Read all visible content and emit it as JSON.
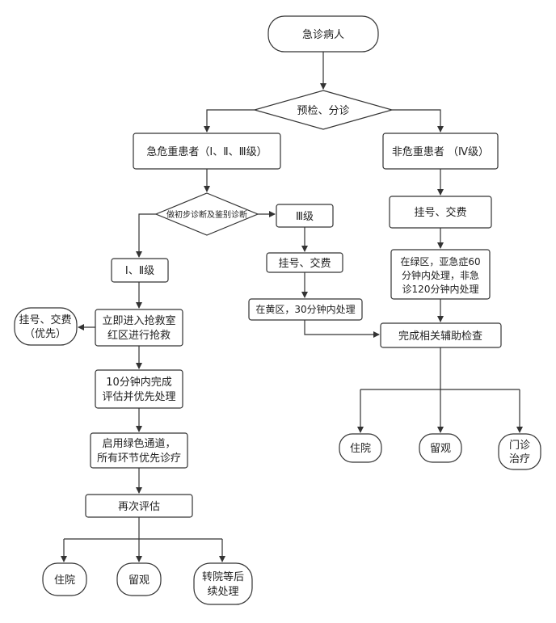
{
  "nodes": {
    "start": "急诊病人",
    "triage": "预检、分诊",
    "critical": "急危重患者（Ⅰ、Ⅱ、Ⅲ级）",
    "noncritical": "非危重患者 （Ⅳ级）",
    "diagnose": "做初步诊断及鉴别诊断",
    "level3": "Ⅲ级",
    "level12": "Ⅰ、Ⅱ级",
    "register_mid": "挂号、交费",
    "yellow_zone": "在黄区，30分钟内处理",
    "register_right": "挂号、交费",
    "green_zone": [
      "在绿区，亚急症60",
      "分钟内处理，非急",
      "诊120分钟内处理"
    ],
    "aux_check": "完成相关辅助检查",
    "register_priority": [
      "挂号、交费",
      "（优先）"
    ],
    "rescue_room": [
      "立即进入抢救室",
      "红区进行抢救"
    ],
    "assess_10min": [
      "10分钟内完成",
      "评估并优先处理"
    ],
    "green_channel": [
      "启用绿色通道，",
      "所有环节优先诊疗"
    ],
    "reassess": "再次评估",
    "left_outcomes": {
      "hospitalize": "住院",
      "observe": "留观",
      "transfer": [
        "转院等后",
        "续处理"
      ]
    },
    "right_outcomes": {
      "hospitalize": "住院",
      "observe": "留观",
      "outpatient": [
        "门诊",
        "治疗"
      ]
    }
  }
}
